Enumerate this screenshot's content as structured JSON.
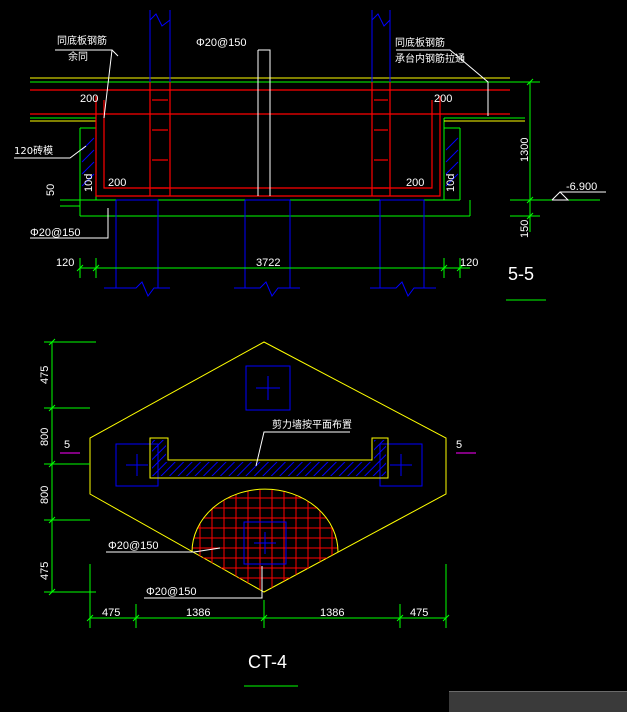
{
  "section_view": {
    "title": "5-5",
    "labels": {
      "same_as_bottom_rebar_left": "同底板钢筋",
      "same_as_left_suffix": "余同",
      "same_as_bottom_rebar_right": "同底板钢筋",
      "tie_to_cap_rebar": "承台内钢筋拉通",
      "brick_wall": "120砖模",
      "rebar_top": "Φ20@150",
      "rebar_left": "Φ20@150",
      "dim_200_tl": "200",
      "dim_200_tr": "200",
      "dim_200_bl": "200",
      "dim_200_br": "200",
      "d10_left": "10d",
      "d10_right": "10d",
      "dim_50": "50",
      "dim_120_left": "120",
      "dim_3722": "3722",
      "dim_120_right": "120",
      "dim_1300": "1300",
      "dim_150": "150",
      "elevation": "-6.900"
    }
  },
  "plan_view": {
    "title": "CT-4",
    "labels": {
      "shear_wall_note": "剪力墙按平面布置",
      "section_mark_left": "5",
      "section_mark_right": "5",
      "rebar_1": "Φ20@150",
      "rebar_2": "Φ20@150",
      "dim_v_475_top": "475",
      "dim_v_800_a": "800",
      "dim_v_800_b": "800",
      "dim_v_475_bot": "475",
      "dim_h_475_l": "475",
      "dim_h_1386_l": "1386",
      "dim_h_1386_r": "1386",
      "dim_h_475_r": "475"
    }
  },
  "colors": {
    "background": "#000000",
    "green": "#00ff00",
    "yellow": "#ffff00",
    "red": "#ff0000",
    "blue": "#0000ff",
    "white": "#ffffff",
    "magenta": "#ff00ff"
  }
}
